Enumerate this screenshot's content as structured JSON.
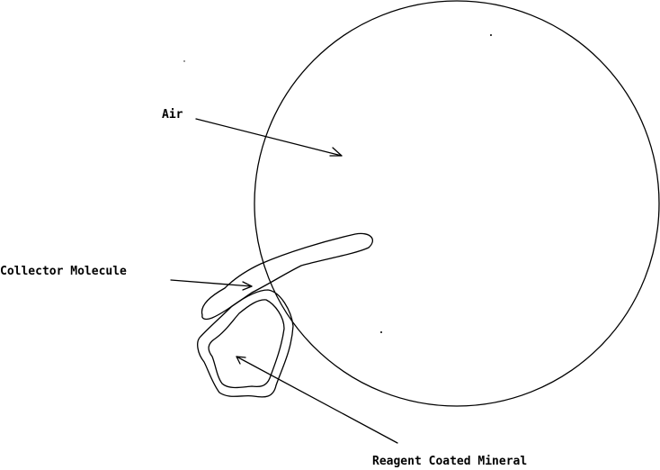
{
  "diagram": {
    "labels": {
      "air": "Air",
      "collector": "Collector Molecule",
      "mineral": "Reagent Coated Mineral"
    },
    "colors": {
      "line": "#000000",
      "background": "#ffffff"
    }
  }
}
